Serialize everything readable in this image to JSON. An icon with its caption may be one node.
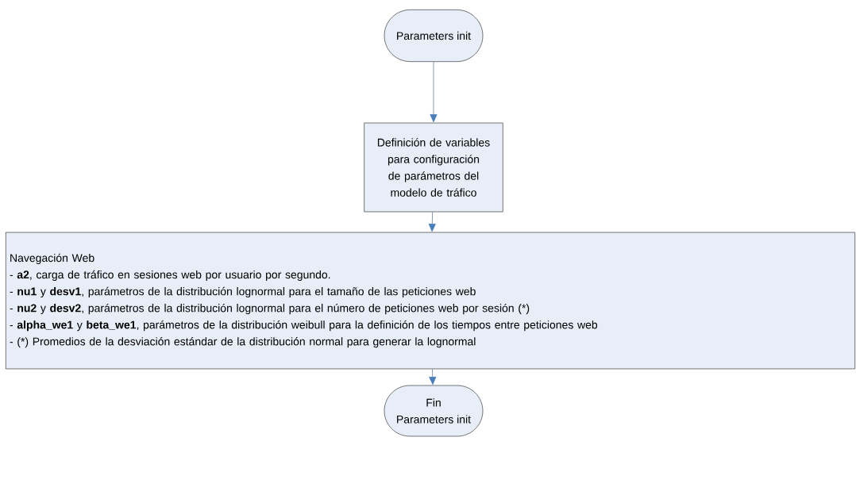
{
  "diagram": {
    "nodes": [
      {
        "text": [
          "Parameters init"
        ]
      },
      {
        "text": [
          "Definición de variables para configuración de parámetros del modelo de tráfico"
        ]
      },
      {
        "text": [
          "Navegación Web",
          "- **a2**, carga de tráfico en sesiones web por usuario por segundo.",
          "- **nu1** y **desv1**, parámetros de la distribución lognormal para el tamaño de las peticiones web",
          "- **nu2** y **desv2**, parámetros de la distribución lognormal para el número de peticiones web por sesión (*)",
          "- **alpha_we1** y **beta_we1**, parámetros de la distribución weibull para la definición de los tiempos entre peticiones web",
          "- (*) Promedios de la desviación estándar de la distribución normal para generar la lognormal"
        ]
      },
      {
        "text": [
          "Fin",
          "Parameters init"
        ]
      }
    ],
    "edges": [
      {
        "from": 0,
        "to": 1,
        "arrow": "to"
      },
      {
        "from": 1,
        "to": 2,
        "arrow": "to"
      },
      {
        "from": 2,
        "to": 3,
        "arrow": "to"
      }
    ]
  }
}
